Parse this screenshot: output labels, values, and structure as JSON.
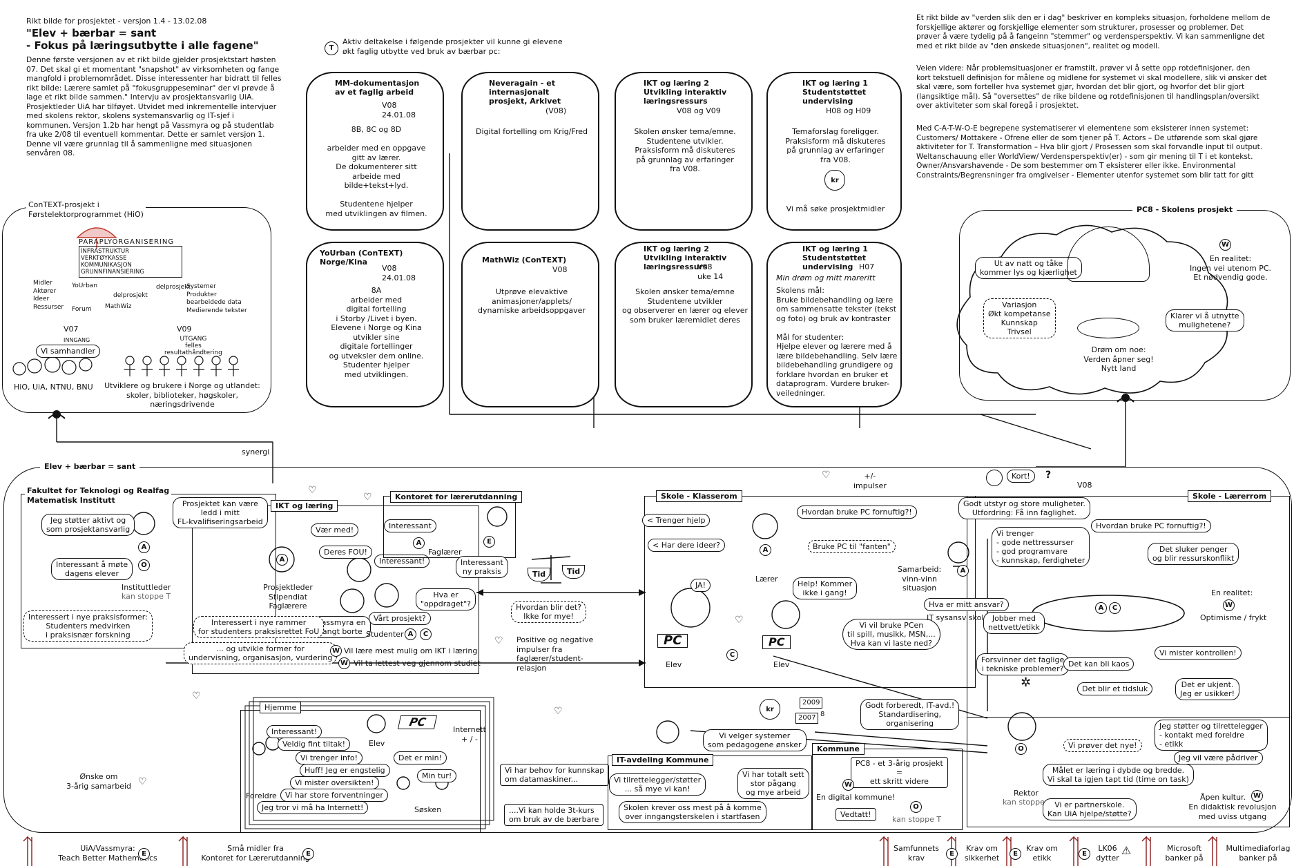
{
  "intro": {
    "version": "Rikt bilde for prosjektet - versjon 1.4 - 13.02.08",
    "title_line1": "\"Elev + bærbar = sant",
    "title_line2": "- Fokus på læringsutbytte i alle fagene\"",
    "body": "Denne første versjonen av et rikt bilde gjelder prosjektstart høsten\n07. Det skal gi et momentant \"snapshot\" av virksomheten og fange\nmangfold i problemområdet. Disse interessenter har bidratt til felles\nrikt bilde: Lærere samlet på \"fokusgruppeseminar\" der vi prøvde å\nlage et rikt bilde sammen.\" Intervju av prosjektansvarlig UiA.\nProsjektleder UiA har tilføyet. Utvidet med inkrementelle intervjuer\nmed skolens rektor, skolens systemansvarlig og IT-sjef i\nkommunen. Versjon 1.2b har hengt på Vassmyra og på studentlab\nfra uke 2/08 til eventuell kommentar. Dette er samlet versjon 1.\nDenne vil være grunnlag til å sammenligne med situasjonen\nsenvåren 08."
  },
  "catwoe": {
    "p1": "Et rikt bilde av \"verden slik den er i dag\" beskriver en kompleks situasjon, forholdene mellom de\nforskjellige aktører og forskjellige elementer som strukturer, prosesser og problemer. Det\nprøver å være tydelig på å fangeinn \"stemmer\" og verdensperspektiv.  Vi kan sammenligne det\nmed et rikt bilde av \"den ønskede situasjonen\", realitet og modell.",
    "p2": "Veien videre: Når problemsituasjoner er framstilt, prøver vi å sette opp rotdefinisjoner, den\nkort tekstuell definisjon for målene og midlene for systemet vi skal modellere, slik vi ønsker det\nskal være, som forteller hva systemet gjør, hvordan det blir gjort, og hvorfor det blir gjort\n(langsiktige mål). Så \"oversettes\" de rike bildene og rotdefinisjonen til handlingsplan/oversikt\nover aktiviteter som skal foregå i prosjektet.",
    "p3": "Med C-A-T-W-O-E begrepene systematiserer vi elementene som eksisterer innen systemet:\nCustomers/ Mottakere - Ofrene eller de som tjener på T. Actors – De utførende som skal gjøre\naktiviteter for T. Transformation – Hva blir gjort / Prosessen som skal forvandle input til output.\nWeltanschauung eller WorldView/ Verdensperspektiv(er) - som gir mening til T i et kontekst.\nOwner/Ansvarshavende - De som bestemmer om T eksisterer eller ikke. Environmental\nConstraints/Begrensninger fra omgivelser - Elementer utenfor systemet som blir tatt for gitt"
  },
  "projects_header": {
    "marker": "T",
    "text": "Aktiv deltakelse i følgende prosjekter vil kunne gi elevene\nøkt faglig utbytte ved bruk av bærbar pc:"
  },
  "projects": [
    {
      "title": "MM-dokumentasjon\nav et faglig arbeid",
      "meta": "V08\n24.01.08",
      "body": "8B, 8C og 8D\n\narbeider med en oppgave\ngitt av lærer.\nDe dokumenterer sitt\narbeide med\nbilde+tekst+lyd.\n\nStudentene hjelper\nmed utviklingen av filmen."
    },
    {
      "title": "Neveragain - et\ninternasjonalt\nprosjekt, Arkivet",
      "meta": "(V08)",
      "body": "Digital fortelling om Krig/Fred"
    },
    {
      "title": "IKT og læring 2\nUtvikling interaktiv\nlæringsressurs",
      "meta": "V08 og V09",
      "body": "Skolen ønsker tema/emne.\nStudentene utvikler.\nPraksisform må diskuteres\npå grunnlag av erfaringer\nfra V08."
    },
    {
      "title": "IKT og læring 1\nStudentstøttet\nundervising",
      "meta": "H08 og H09",
      "body": "Temaforslag foreligger.\nPraksisform må diskuteres\npå grunnlag av erfaringer\nfra V08.",
      "extra": "Vi må søke prosjektmidler"
    },
    {
      "title": "YoUrban (ConTEXT)\nNorge/Kina",
      "meta": "V08\n24.01.08",
      "body": "8A\narbeider med\ndigital fortelling\ni Storby /Livet i byen.\nElevene i Norge og Kina\nutvikler sine\ndigitale fortellinger\nog utveksler dem online.\nStudenter hjelper\nmed utviklingen."
    },
    {
      "title": "MathWiz (ConTEXT)",
      "meta": "V08",
      "body": "Utprøve elevaktive\nanimasjoner/applets/\ndynamiske arbeidsoppgaver"
    },
    {
      "title": "IKT og læring 2\nUtvikling interaktiv\nlæringsressurs",
      "meta": "V08\nuke 14",
      "body": "Skolen ønsker tema/emne\nStudentene utvikler\nog observerer en lærer og elever\nsom bruker læremidlet deres"
    },
    {
      "title": "IKT og læring 1\nStudentstøttet\nundervising",
      "meta": "H07",
      "subtitle": "Min drøm og mitt mareritt",
      "body": "Skolens mål:\nBruke bildebehandling og lære\nom sammensatte tekster (tekst\nog foto) og bruk av kontraster\n\nMål for studenter:\nHjelpe elever og lærere med å\nlære bildebehandling. Selv lære\nbildebehandling grundigere og\nforklare hvordan en bruker et\ndataprogram. Vurdere bruker-\nveiledninger."
    }
  ],
  "context": {
    "label": "ConTEXT-prosjekt i\nFørstelektorprogrammet (HiO)",
    "umbrella": "PARAPLYORGANISERING",
    "infra": "INFRASTRUKTUR\nVERKTØYKASSE\nKOMMUNIKASJON\nGRUNNFINANSIERING",
    "left_list": "Midler\nAktører\nIdeer\nRessurser",
    "right_list": "Systemer\nProdukter\nbearbeidede data\nMedierende tekster",
    "flow1": "YoUrban",
    "flow2": "delprosjekt",
    "flow3": "delprosjekt",
    "flow4": "MathWiz",
    "flow5": "Forum",
    "v07": "V07",
    "v09": "V09",
    "inngang": "INNGANG",
    "utgang": "UTGANG\nfelles\nresultathåndtering",
    "speech": "Vi samhandler",
    "left_caption": "HiO, UiA, NTNU, BNU",
    "right_caption": "Utviklere og brukere i Norge og utlandet:\nskoler, biblioteker, høgskoler, næringsdrivende"
  },
  "pc8": {
    "label": "PC8 - Skolens prosjekt",
    "bubble1": "Ut av natt og tåke\nkommer lys og kjærlighet",
    "bubble2": "Variasjon\nØkt kompetanse\nKunnskap\nTrivsel",
    "realitet": "En realitet:\nIngen vei utenom PC.\nEt nødvendig gode.",
    "klarer": "Klarer vi å utnytte\nmulighetene?",
    "drom": "Drøm om noe:\nVerden åpner seg!\nNytt land",
    "w": "W"
  },
  "main": {
    "label": "Elev + bærbar = sant",
    "synergi": "synergi",
    "impulser": "+/-\nimpulser",
    "kort": "Kort!",
    "question": "?",
    "v08": "V08"
  },
  "fakultet": {
    "label": "Fakultet for Teknologi og Realfag\nMatematisk Institutt",
    "b1": "Jeg støtter aktivt og\nsom prosjektansvarlig",
    "b2": "Interessant å møte\ndagens elever",
    "role": "Instituttleder",
    "role_sub": "kan stoppe T",
    "b3": "Interessert i nye praksisformer:\nStudenters medvirken\ni praksisnær forskning"
  },
  "ikt": {
    "label": "IKT og læring",
    "lead": "Prosjektet kan være\nledd i mitt\nFL-kvalifiseringsarbeid",
    "roles": "Prosjektleder\nStipendiat\nFaglærere",
    "var_med": "Vær med!",
    "deres_fou": "Deres FOU!",
    "interessant1": "Interessant",
    "faglaerer": "Faglærer",
    "interessant2": "Interessant!",
    "hva_er": "Hva er\n\"oppdraget\"?",
    "vart": "Vårt prosjekt?",
    "vassmyra": "Vassmyra en\nlangt borte",
    "studenter": "Studenter",
    "interessert": "Interessert i nye rammer\nfor studenters praksisrettet FoU",
    "utvikle": "... og utvikle former for\nundervisning, organisasjon, vurdering",
    "laere": "Vil lære mest mulig om IKT i læring",
    "lettest": "Vil ta lettest veg gjennom studiet"
  },
  "kontoret": {
    "label": "Kontoret for lærerutdanning",
    "ny_praksis": "Interessant\nny praksis"
  },
  "scale": {
    "tid1": "Tid",
    "tid2": "Tid",
    "hvordan": "Hvordan blir det?\nIkke for mye!",
    "impulser": "Positive og negative\nimpulser fra\nfaglærer/student-\nrelasjon"
  },
  "klasserom": {
    "label": "Skole - Klasserom",
    "hjelp": "< Trenger hjelp",
    "ideer": "< Har dere ideer?",
    "hvordan": "Hvordan bruke PC fornuftig?!",
    "laerer": "Lærer",
    "fanten": "Bruke PC til \"fanten\"",
    "ja": "JA!",
    "help": "Help! Kommer\nikke i gang!",
    "vi_vil": "Vi vil bruke PCen\ntil spill, musikk, MSN,...\nHva kan vi laste ned?",
    "elev1": "Elev",
    "elev2": "Elev",
    "pc": "PC"
  },
  "laererrom": {
    "label": "Skole - Lærerrom",
    "godt": "Godt utstyr og store muligheter.\nUtfordring: Få inn faglighet.",
    "trenger": "Vi trenger\n- gode nettressurser\n- god programvare\n- kunnskap, ferdigheter",
    "hvordan": "Hvordan bruke PC fornuftig?!",
    "sluker": "Det sluker penger\nog blir ressurskonflikt",
    "samarbeid": "Samarbeid:\nvinn-vinn\nsituasjon",
    "ansvar": "Hva er mitt ansvar?",
    "it": "IT sysansv skole",
    "jobber": "Jobber med\nnettvett/etikk",
    "realitet": "En realitet:",
    "optimisme": "Optimisme / frykt",
    "forsvinner": "Forsvinner det faglige\ni tekniske problemer?",
    "kaos": "Det kan bli kaos",
    "tidsluk": "Det blir et tidsluk",
    "mister": "Vi mister kontrollen!",
    "ukjent": "Det er ukjent.\nJeg er usikker!"
  },
  "rektor": {
    "stotter": "Jeg støtter og tilrettelegger\n- kontakt med foreldre\n- etikk",
    "provet": "Vi prøver det nye!",
    "padriver": "Jeg vil være pådriver",
    "maalet": "Målet er læring i dybde og bredde.\nVi skal ta igjen tapt tid (time on task)",
    "role": "Rektor",
    "role_sub": "kan stoppe T",
    "partner": "Vi er partnerskole.\nKan UiA hjelpe/støtte?",
    "apen": "Åpen kultur.",
    "revolusjon": "En didaktisk revolusjon\nmed uviss utgang"
  },
  "hjemme": {
    "label": "Hjemme",
    "interessant": "Interessant!",
    "veldig": "Veldig fint tiltak!",
    "trenger": "Vi trenger info!",
    "huff": "Huff! Jeg er engstelig",
    "mister": "Vi mister oversikten!",
    "forventninger": "Vi har store forventninger",
    "internett_q": "Jeg tror vi må ha Internett!",
    "foreldre": "Foreldre",
    "elev": "Elev",
    "pc": "PC",
    "internett": "Internett\n+ / -",
    "min": "Det er min!",
    "tur": "Min tur!",
    "sosken": "Søsken"
  },
  "behov": {
    "b1": "Vi har behov for kunnskap\nom datamaskiner...",
    "b2": "....Vi kan holde 3t-kurs\nom bruk av de bærbare"
  },
  "itavd": {
    "label": "IT-avdeling Kommune",
    "velger": "Vi velger systemer\nsom pedagogene ønsker",
    "tilrettelegger": "Vi tilrettelegger/støtter\n... så mye vi kan!",
    "krever": "Skolen krever oss mest på å komme\nover inngangsterskelen i startfasen",
    "totalt": "Vi har totalt sett\nstor pågang\nog mye arbeid"
  },
  "kommune": {
    "label": "Kommune",
    "year1": "2009",
    "year2": "2007",
    "year3": "8",
    "forberedt": "Godt forberedt, IT-avd.!\nStandardisering,\norganisering",
    "pc8": "PC8 - et 3-årig prosjekt\n=\nett skritt videre",
    "digital": "En digital kommune!",
    "vedtatt": "Vedtatt!",
    "stoppe": "kan stoppe T"
  },
  "onske": "Ønske om\n3-årig samarbeid",
  "footer": [
    {
      "text": "UiA/Vassmyra:\nTeach Better Mathematics",
      "mark": "E"
    },
    {
      "text": "Små midler fra\nKontoret for Lærerutdanning",
      "mark": "E"
    },
    {
      "text": "Samfunnets\nkrav",
      "mark": ""
    },
    {
      "text": "Krav om\nsikkerhet",
      "mark": "E"
    },
    {
      "text": "Krav om\netikk",
      "mark": "E"
    },
    {
      "text": "LK06\ndytter",
      "mark": "E"
    },
    {
      "text": "Microsoft\nbanker på",
      "mark": ""
    },
    {
      "text": "Multimediaforlag\nbanker på",
      "mark": ""
    }
  ],
  "marks": {
    "A": "A",
    "O": "O",
    "C": "C",
    "E": "E",
    "W": "W",
    "T": "T"
  }
}
